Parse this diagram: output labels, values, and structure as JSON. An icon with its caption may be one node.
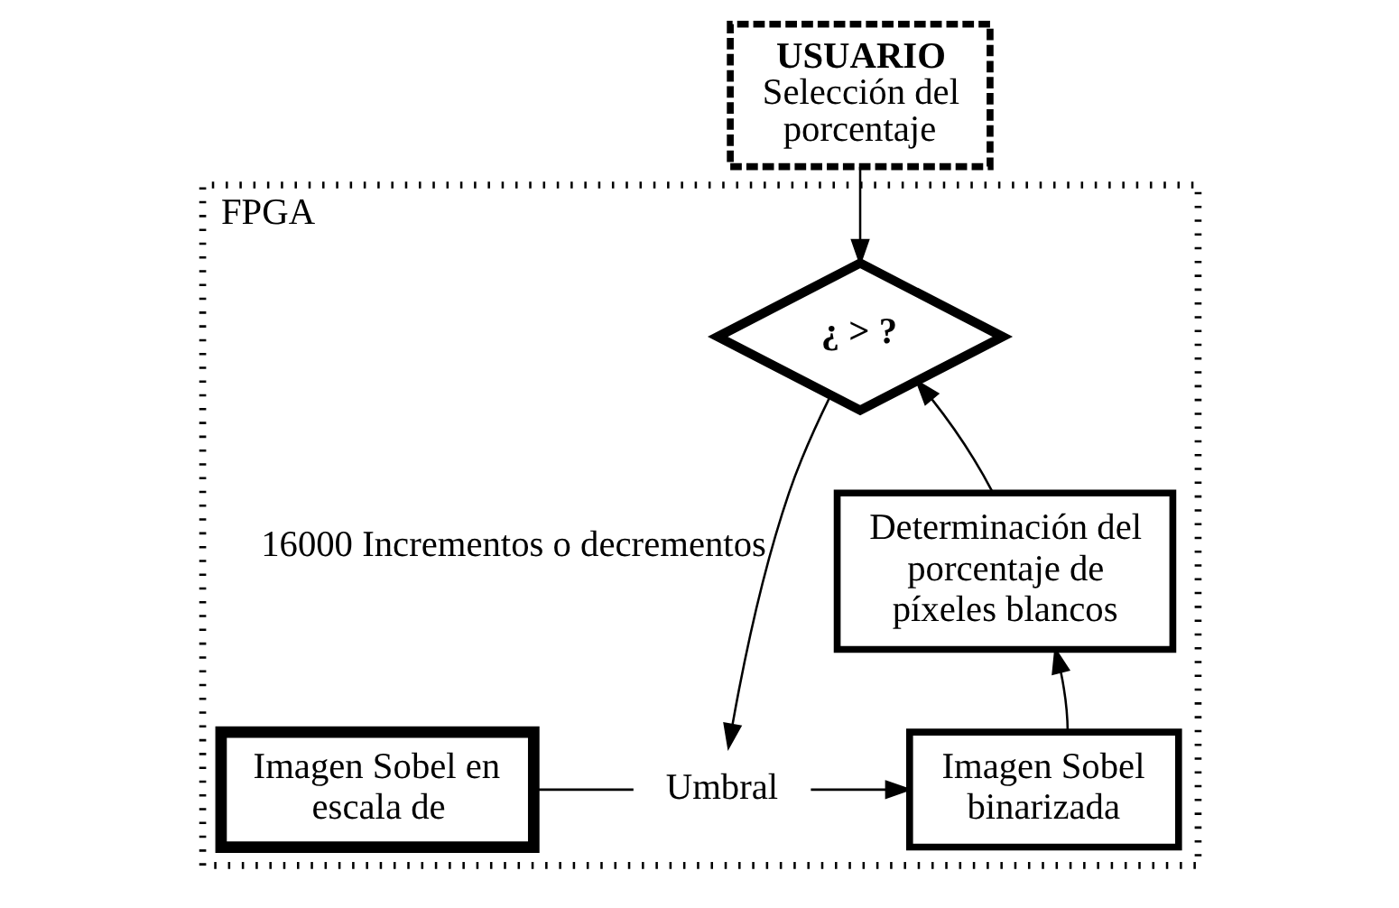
{
  "diagram": {
    "nodes": [
      {
        "text": [
          "USUARIO",
          "Selección del porcentaje"
        ]
      },
      {
        "text": [
          "FPGA"
        ]
      },
      {
        "text": [
          "¿ > ?"
        ],
        "in": 1
      },
      {
        "text": [
          "Determinación del porcentaje de píxeles blancos"
        ],
        "in": 1
      },
      {
        "text": [
          "Imagen Sobel en escala de"
        ],
        "in": 1
      },
      {
        "text": [
          "Umbral"
        ],
        "in": 1
      },
      {
        "text": [
          "Imagen Sobel binarizada"
        ],
        "in": 1
      }
    ],
    "edges": [
      {
        "from": 0,
        "to": 2,
        "arrow": "to"
      },
      {
        "from": 2,
        "to": 5,
        "arrow": "to",
        "label": "16000 Incrementos o decrementos"
      },
      {
        "from": 4,
        "to": 5,
        "arrow": "none"
      },
      {
        "from": 5,
        "to": 6,
        "arrow": "to"
      },
      {
        "from": 6,
        "to": 3,
        "arrow": "to"
      },
      {
        "from": 3,
        "to": 2,
        "arrow": "to"
      }
    ]
  }
}
